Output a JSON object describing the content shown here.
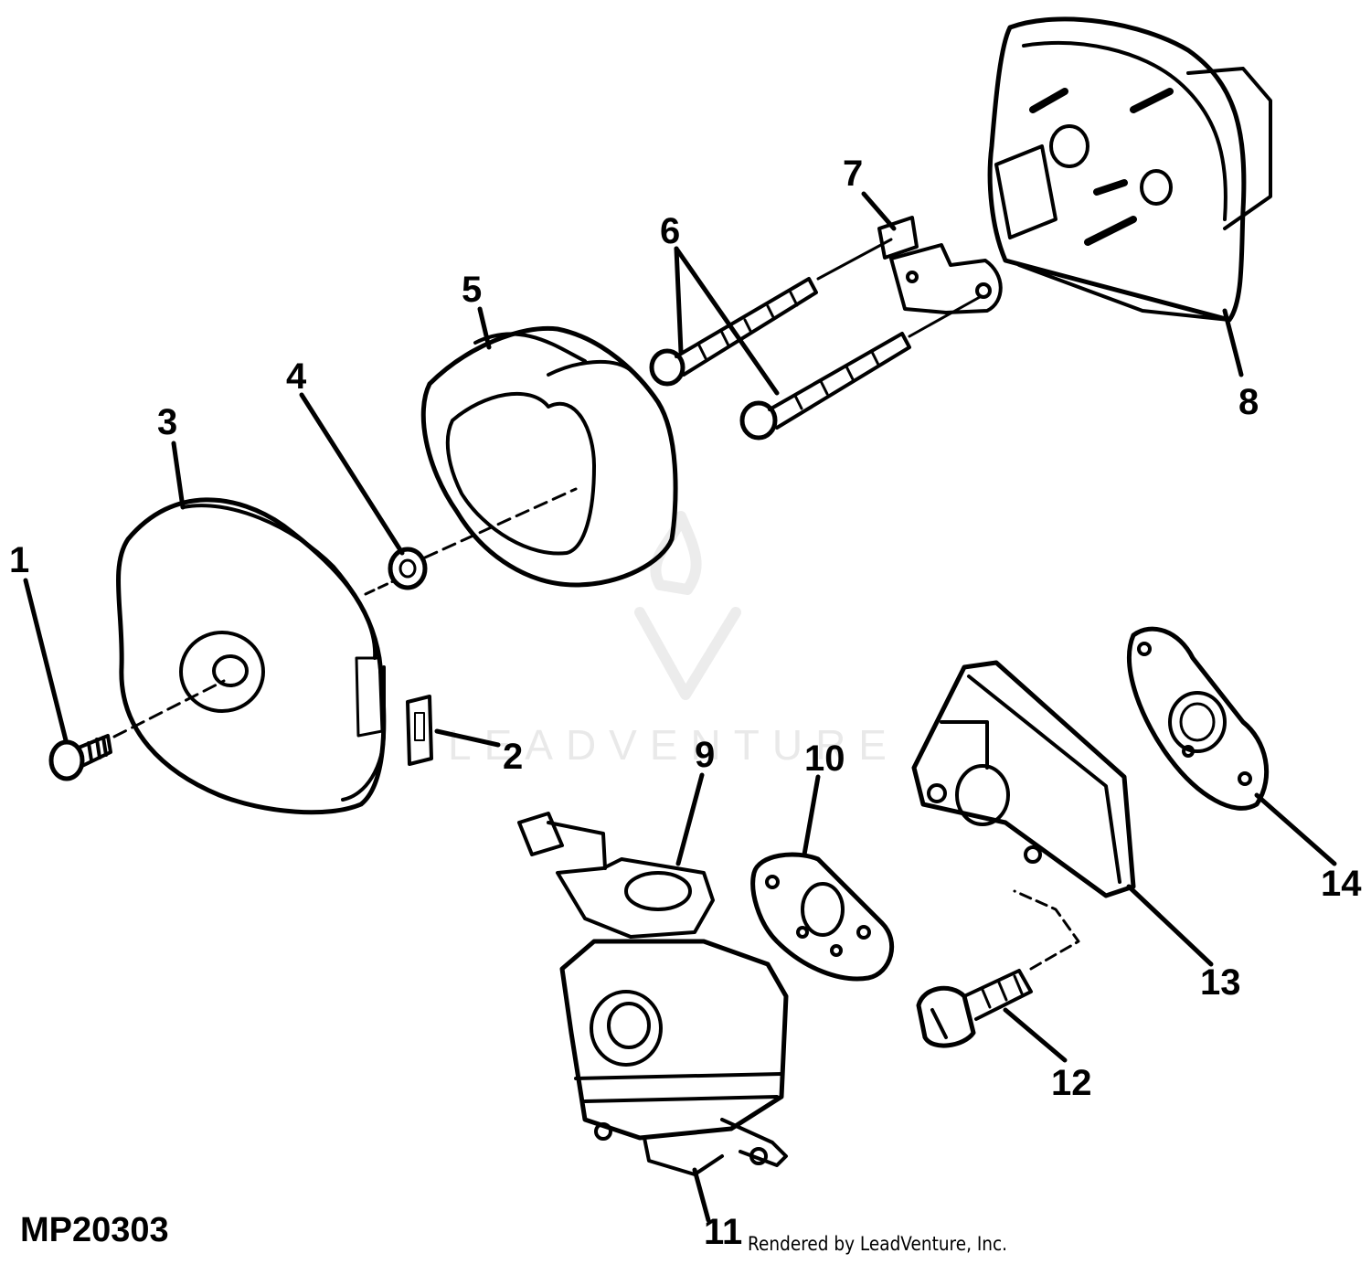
{
  "diagram": {
    "drawing_code": "MP20303",
    "credit": "Rendered by LeadVenture, Inc.",
    "watermark": "LEADVENTURE",
    "callouts": [
      {
        "id": "1",
        "label": "1"
      },
      {
        "id": "2",
        "label": "2"
      },
      {
        "id": "3",
        "label": "3"
      },
      {
        "id": "4",
        "label": "4"
      },
      {
        "id": "5",
        "label": "5"
      },
      {
        "id": "6",
        "label": "6"
      },
      {
        "id": "7",
        "label": "7"
      },
      {
        "id": "8",
        "label": "8"
      },
      {
        "id": "9",
        "label": "9"
      },
      {
        "id": "10",
        "label": "10"
      },
      {
        "id": "11",
        "label": "11"
      },
      {
        "id": "12",
        "label": "12"
      },
      {
        "id": "13",
        "label": "13"
      },
      {
        "id": "14",
        "label": "14"
      }
    ],
    "colors": {
      "ink": "#000000",
      "paper": "#ffffff",
      "watermark": "#e9e9e9"
    }
  }
}
